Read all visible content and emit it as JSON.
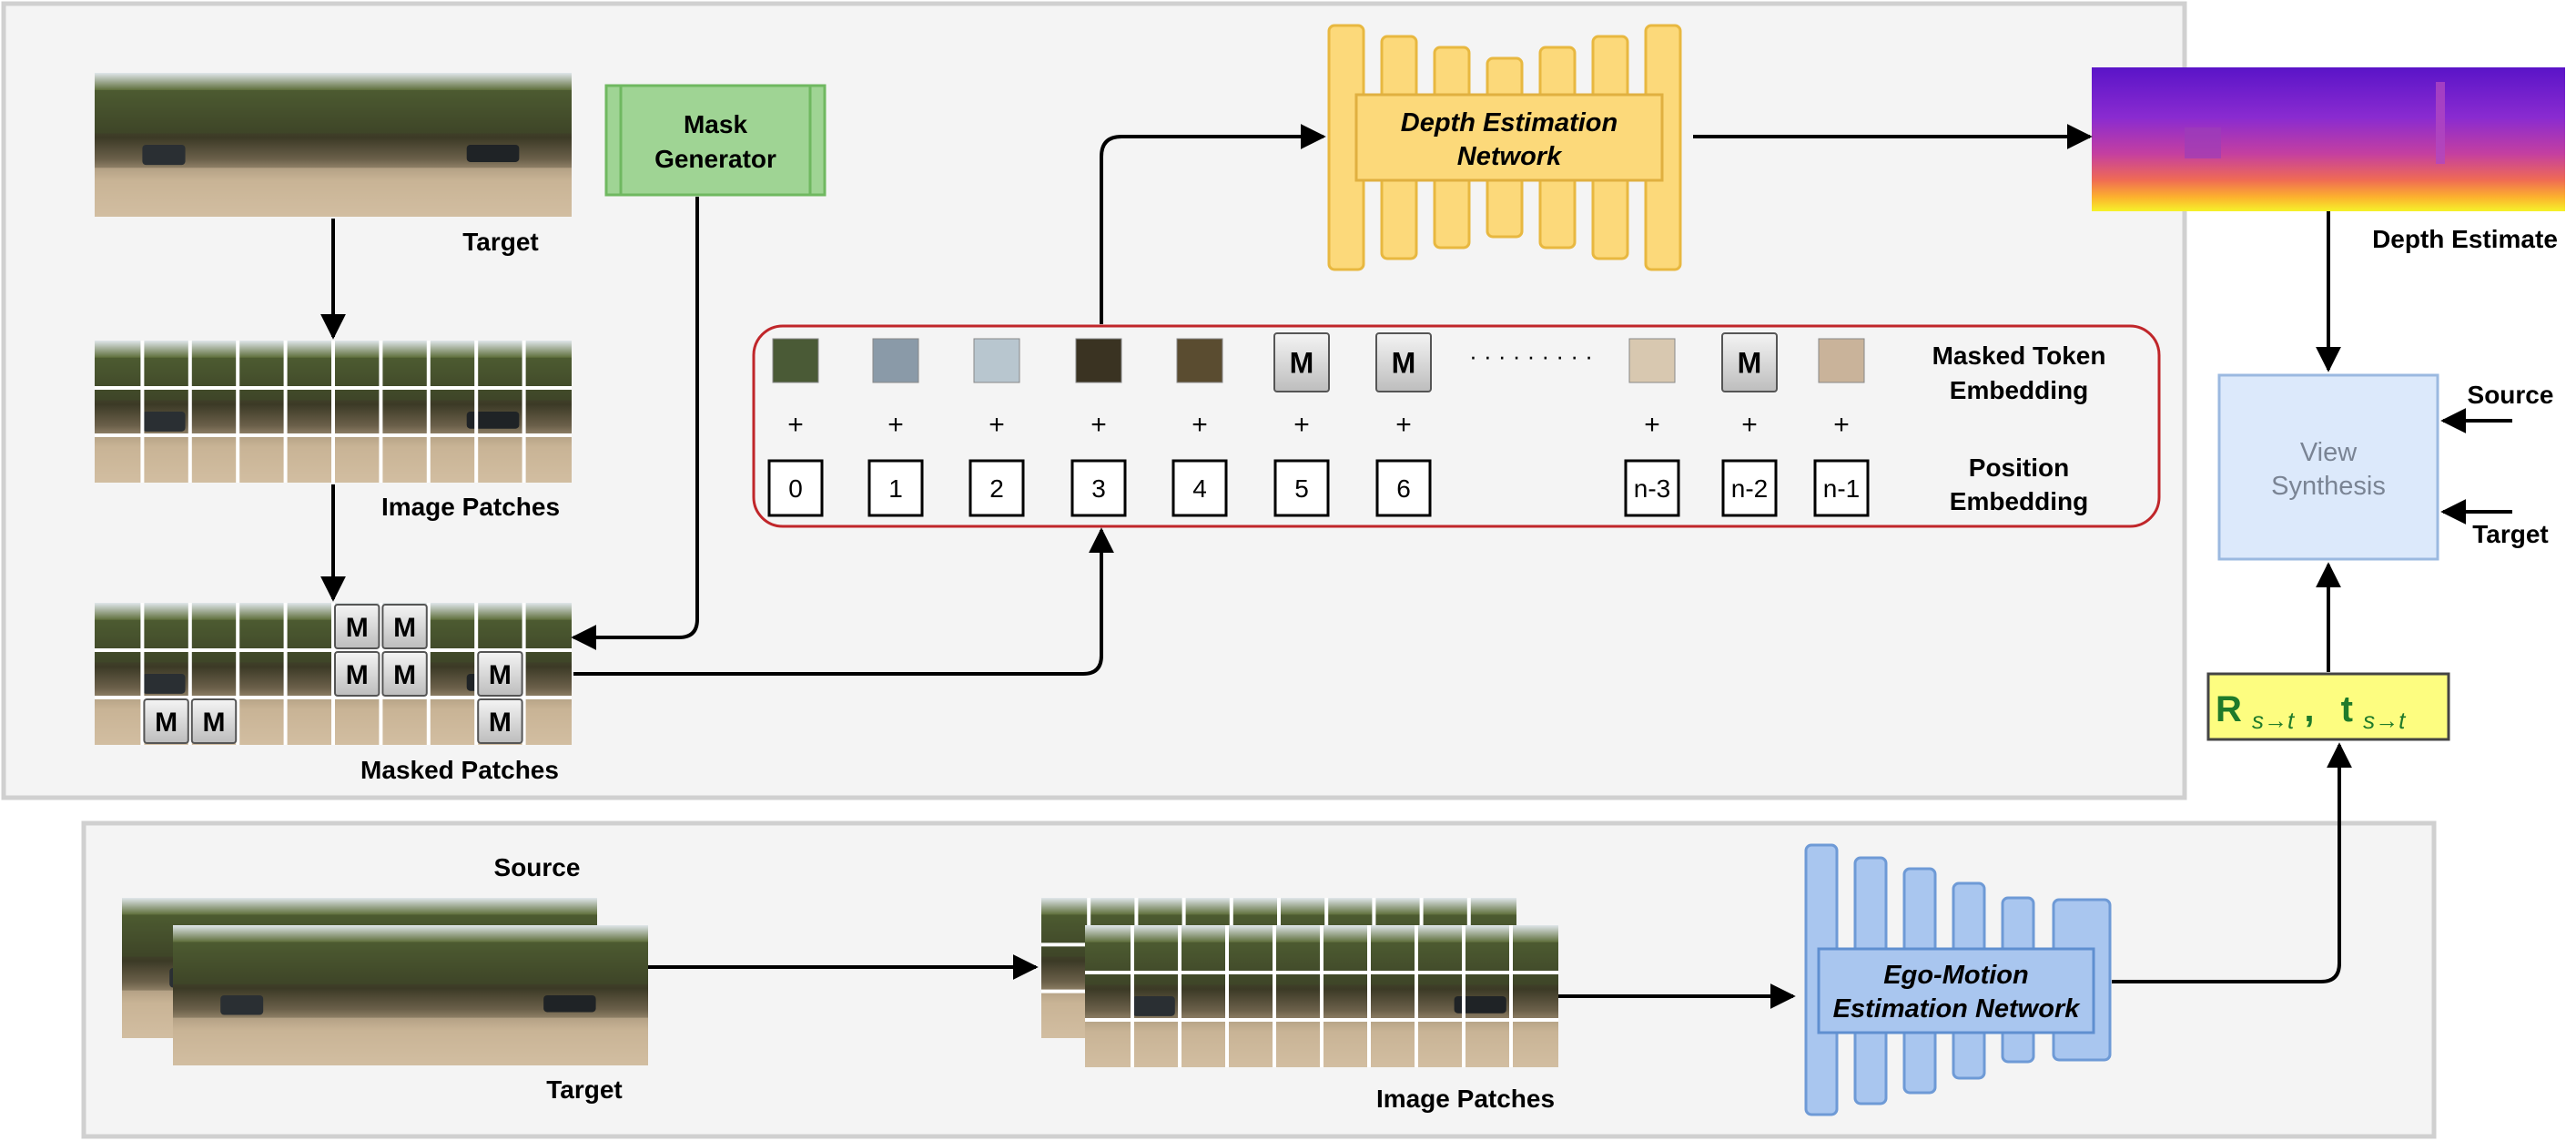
{
  "top_panel": {
    "target_label": "Target",
    "image_patches_label": "Image Patches",
    "masked_patches_label": "Masked Patches",
    "mask_generator_label": [
      "Mask",
      "Generator"
    ],
    "mask_token": "M"
  },
  "depth_network": {
    "label": [
      "Depth Estimation",
      "Network"
    ]
  },
  "depth_estimate": {
    "label": "Depth Estimate"
  },
  "tokens": {
    "masked_token_label": [
      "Masked Token",
      "Embedding"
    ],
    "position_label": [
      "Position",
      "Embedding"
    ],
    "plus": "+",
    "ellipsis": "· · · · · · · · ·",
    "items": [
      {
        "pos": "0",
        "masked": false,
        "tone": "#4a5a36"
      },
      {
        "pos": "1",
        "masked": false,
        "tone": "#8a9aa8"
      },
      {
        "pos": "2",
        "masked": false,
        "tone": "#b8c6cf"
      },
      {
        "pos": "3",
        "masked": false,
        "tone": "#3a3322"
      },
      {
        "pos": "4",
        "masked": false,
        "tone": "#5a4c30"
      },
      {
        "pos": "5",
        "masked": true
      },
      {
        "pos": "6",
        "masked": true
      },
      {
        "pos": "n-3",
        "masked": false,
        "tone": "#d8c8b0"
      },
      {
        "pos": "n-2",
        "masked": true
      },
      {
        "pos": "n-1",
        "masked": false,
        "tone": "#c9b39a"
      }
    ]
  },
  "view_synthesis": {
    "label": [
      "View",
      "Synthesis"
    ],
    "source_label": "Source",
    "target_label": "Target"
  },
  "pose": {
    "R": "R",
    "t": "t",
    "subscript": "s→t"
  },
  "bottom_panel": {
    "source_label": "Source",
    "target_label": "Target",
    "image_patches_label": "Image Patches",
    "ego_network_label": [
      "Ego-Motion",
      "Estimation Network"
    ]
  },
  "colors": {
    "panel_bg": "#f4f4f4",
    "mask_generator": "#9fd494",
    "depth_network": "#fcd97a",
    "ego_network": "#a9c6ef",
    "view_synthesis": "#dce9fb",
    "pose_box": "#fdfd80",
    "token_border": "#c0262a"
  }
}
